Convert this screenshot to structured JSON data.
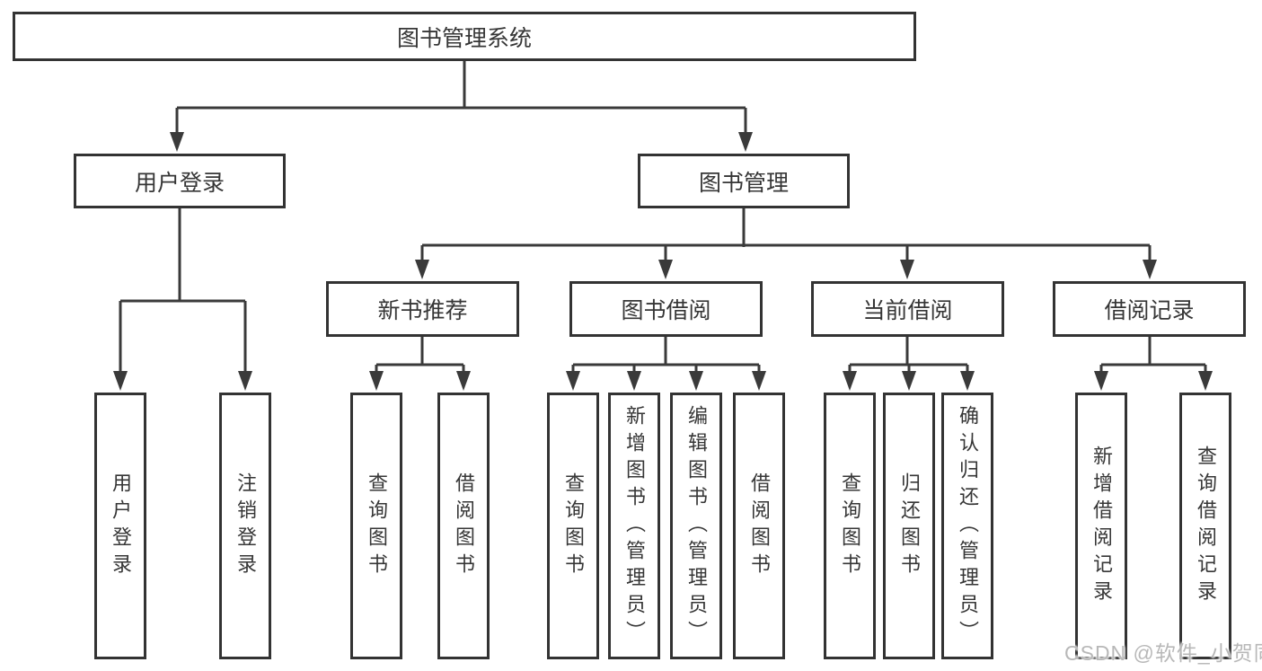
{
  "tree": {
    "root": {
      "label": "图书管理系统"
    },
    "branches": [
      {
        "label": "用户登录",
        "children": [
          {
            "label": "用户登录"
          },
          {
            "label": "注销登录"
          }
        ]
      },
      {
        "label": "图书管理",
        "children": [
          {
            "label": "新书推荐",
            "children": [
              {
                "label": "查询图书"
              },
              {
                "label": "借阅图书"
              }
            ]
          },
          {
            "label": "图书借阅",
            "children": [
              {
                "label": "查询图书"
              },
              {
                "label": "新增图书（管理员）"
              },
              {
                "label": "编辑图书（管理员）"
              },
              {
                "label": "借阅图书"
              }
            ]
          },
          {
            "label": "当前借阅",
            "children": [
              {
                "label": "查询图书"
              },
              {
                "label": "归还图书"
              },
              {
                "label": "确认归还（管理员）"
              }
            ]
          },
          {
            "label": "借阅记录",
            "children": [
              {
                "label": "新增借阅记录"
              },
              {
                "label": "查询借阅记录"
              }
            ]
          }
        ]
      }
    ]
  },
  "watermark": {
    "text": "CSDN @软件_小贺同学"
  },
  "colors": {
    "line": "#3a3a3a",
    "box_border": "#333333",
    "text": "#363636",
    "watermark": "#b8b8b8",
    "background": "#ffffff"
  }
}
